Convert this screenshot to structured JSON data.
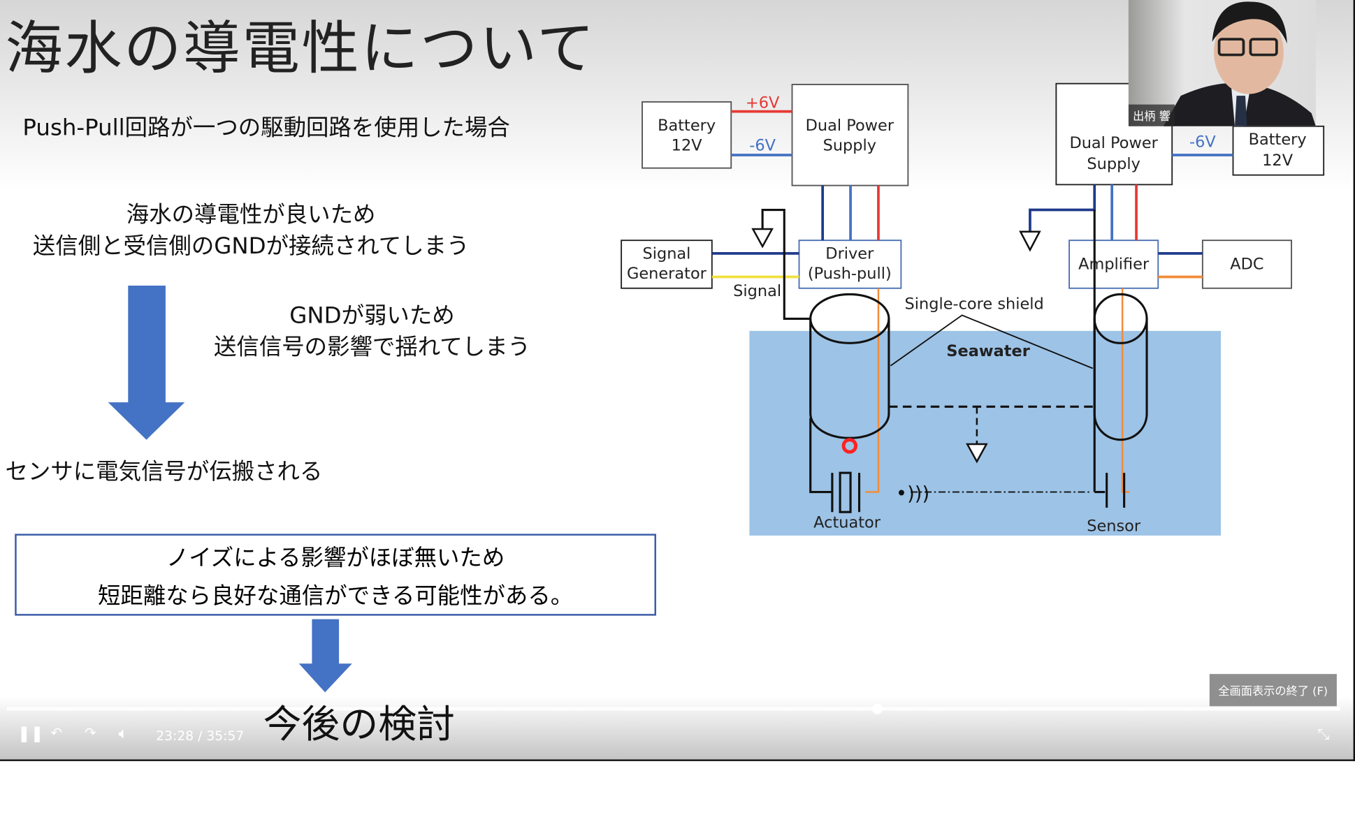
{
  "slide": {
    "title": "海水の導電性について",
    "subtitle": "Push-Pull回路が一つの駆動回路を使用した場合",
    "point1": [
      "海水の導電性が良いため",
      "送信側と受信側のGNDが接続されてしまう"
    ],
    "point2": [
      "GNDが弱いため",
      "送信信号の影響で揺れてしまう"
    ],
    "result": "センサに電気信号が伝搬される",
    "box": [
      "ノイズによる影響がほぼ無いため",
      "短距離なら良好な通信ができる可能性がある。"
    ],
    "next": "今後の検討",
    "arrow_color": "#4472c4"
  },
  "diagram": {
    "battery_left": [
      "Battery",
      "12V"
    ],
    "psu_left": [
      "Dual Power",
      "Supply"
    ],
    "plus6": "+6V",
    "minus6": "-6V",
    "signal_gen": [
      "Signal",
      "Generator"
    ],
    "driver": [
      "Driver",
      "(Push-pull)"
    ],
    "signal": "Signal",
    "shield": "Single-core shield",
    "seawater": "Seawater",
    "actuator": "Actuator",
    "sensor": "Sensor",
    "psu_right": [
      "Dual Power",
      "Supply"
    ],
    "battery_right": [
      "Battery",
      "12V"
    ],
    "minus6_right": "-6V",
    "amplifier": "Amplifier",
    "adc": "ADC"
  },
  "webcam": {
    "name": "出柄 響"
  },
  "player": {
    "current": "23:28",
    "separator": "/",
    "duration": "35:57",
    "progress": 0.653,
    "tooltip": "全画面表示の終了 (F)",
    "icons": [
      "pause-icon",
      "rewind-10-icon",
      "forward-10-icon",
      "volume-icon",
      "exit-fullscreen-icon"
    ]
  }
}
